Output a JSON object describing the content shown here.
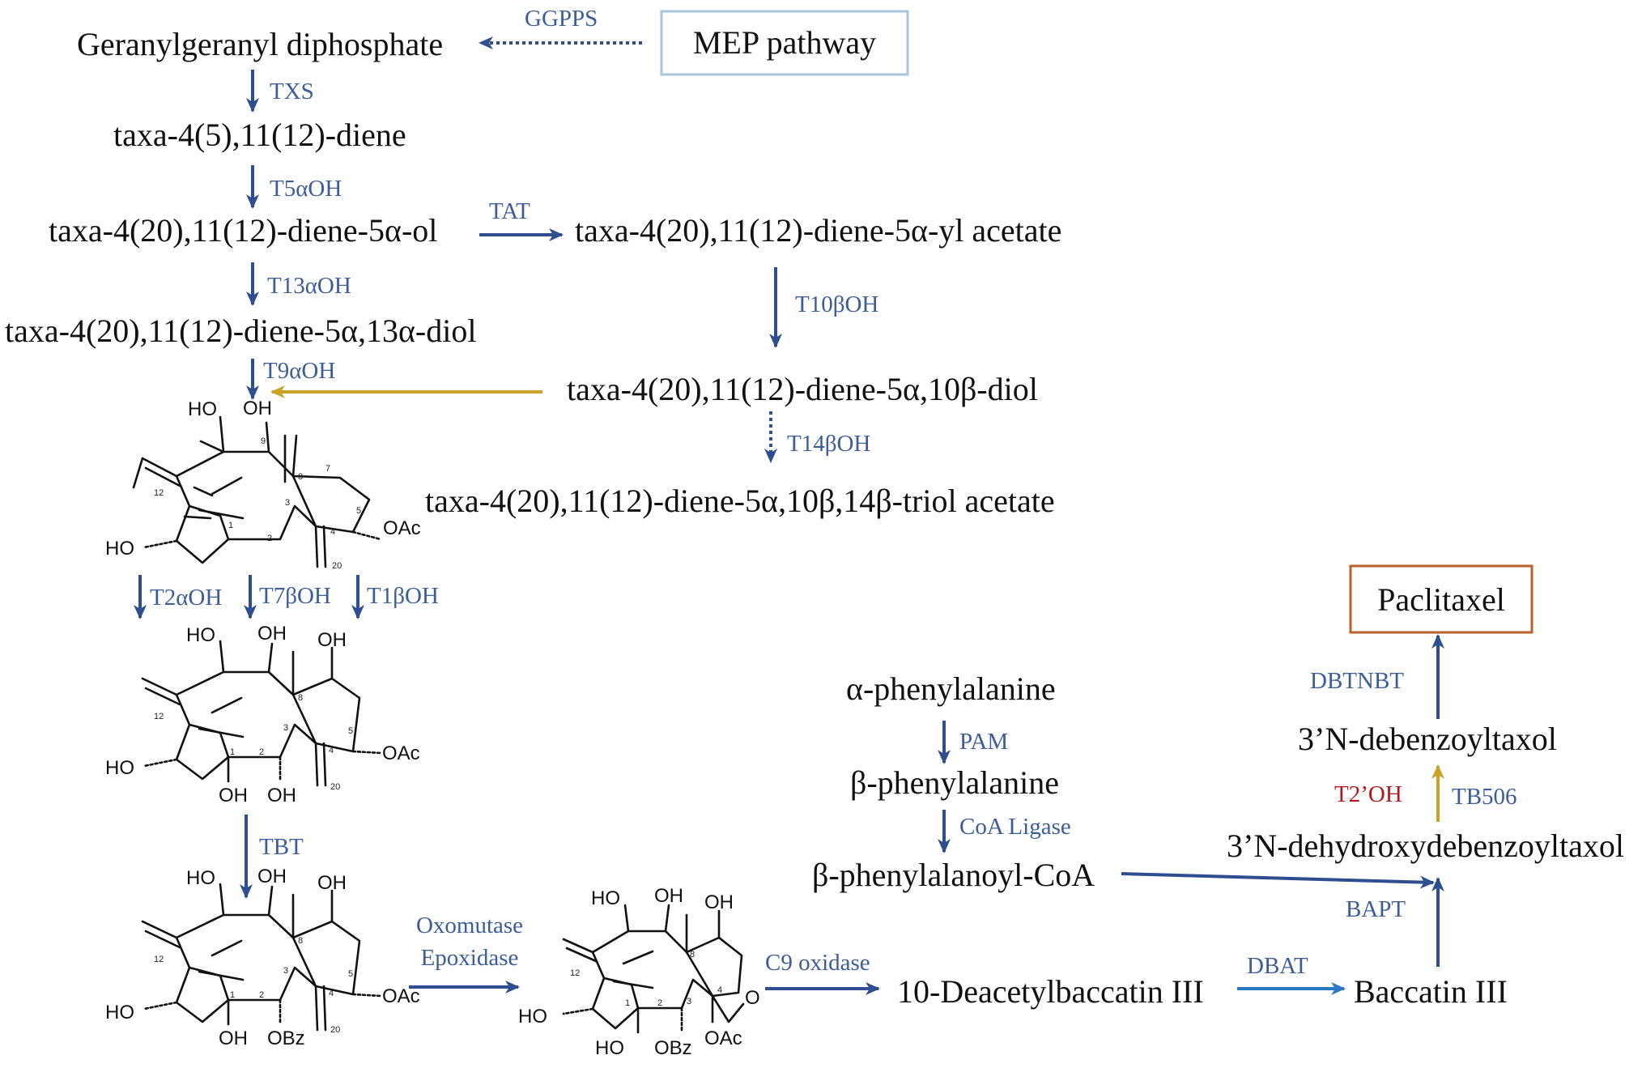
{
  "colors": {
    "arrow_blue": "#2e4e8f",
    "arrow_gold": "#c9a227",
    "arrow_lightblue": "#2a78c2",
    "enzyme_text": "#3d5d9a",
    "enzyme_red": "#b2181b",
    "box_mep": "#a9c6dc",
    "box_paclitaxel": "#b8622a"
  },
  "boxes": {
    "mep": "MEP pathway",
    "paclitaxel": "Paclitaxel"
  },
  "compounds": {
    "ggpp": "Geranylgeranyl diphosphate",
    "taxadiene": "taxa-4(5),11(12)-diene",
    "taxadienol": "taxa-4(20),11(12)-diene-5α-ol",
    "taxadienyl_acetate": "taxa-4(20),11(12)-diene-5α-yl acetate",
    "diol_13": "taxa-4(20),11(12)-diene-5α,13α-diol",
    "diol_10": "taxa-4(20),11(12)-diene-5α,10β-diol",
    "triol": "taxa-4(20),11(12)-diene-5α,10β,14β-triol acetate",
    "alpha_phe": "α-phenylalanine",
    "beta_phe": "β-phenylalanine",
    "beta_phe_coa": "β-phenylalanoyl-CoA",
    "dab": "10-Deacetylbaccatin III",
    "baccatin": "Baccatin III",
    "dehydroxy": "3’N-dehydroxydebenzoyltaxol",
    "debenzoyl": "3’N-debenzoyltaxol"
  },
  "enzymes": {
    "ggpps": "GGPPS",
    "txs": "TXS",
    "t5aoh": "T5αOH",
    "tat": "TAT",
    "t13aoh": "T13αOH",
    "t10boh": "T10βOH",
    "t9aoh": "T9αOH",
    "t14boh": "T14βOH",
    "t2aoh": "T2αOH",
    "t7boh": "T7βOH",
    "t1boh": "T1βOH",
    "tbt": "TBT",
    "oxomutase": "Oxomutase",
    "epoxidase": "Epoxidase",
    "c9": "C9 oxidase",
    "pam": "PAM",
    "coa_ligase": "CoA Ligase",
    "dbat": "DBAT",
    "bapt": "BAPT",
    "t2oh": "T2’OH",
    "tb506": "TB506",
    "dbtnbt": "DBTNBT"
  },
  "structures": {
    "s1": {
      "atoms": [
        "HO",
        "OH",
        "HO",
        "OAc"
      ],
      "numbers": [
        "9",
        "7",
        "12",
        "8",
        "5",
        "3",
        "1",
        "2",
        "4",
        "20"
      ]
    },
    "s2": {
      "atoms": [
        "HO",
        "OH",
        "OH",
        "HO",
        "OAc",
        "OH",
        "OH"
      ],
      "numbers": [
        "8",
        "12",
        "3",
        "5",
        "1",
        "2",
        "4",
        "20"
      ]
    },
    "s3": {
      "atoms": [
        "HO",
        "OH",
        "OH",
        "HO",
        "OAc",
        "OH",
        "OBz"
      ],
      "numbers": [
        "8",
        "12",
        "3",
        "5",
        "1",
        "2",
        "4",
        "20"
      ]
    },
    "s4": {
      "atoms": [
        "HO",
        "OH",
        "OH",
        "HO",
        "O",
        "HO",
        "OBz",
        "OAc"
      ],
      "numbers": [
        "8",
        "12",
        "3",
        "1",
        "2",
        "4"
      ]
    }
  }
}
